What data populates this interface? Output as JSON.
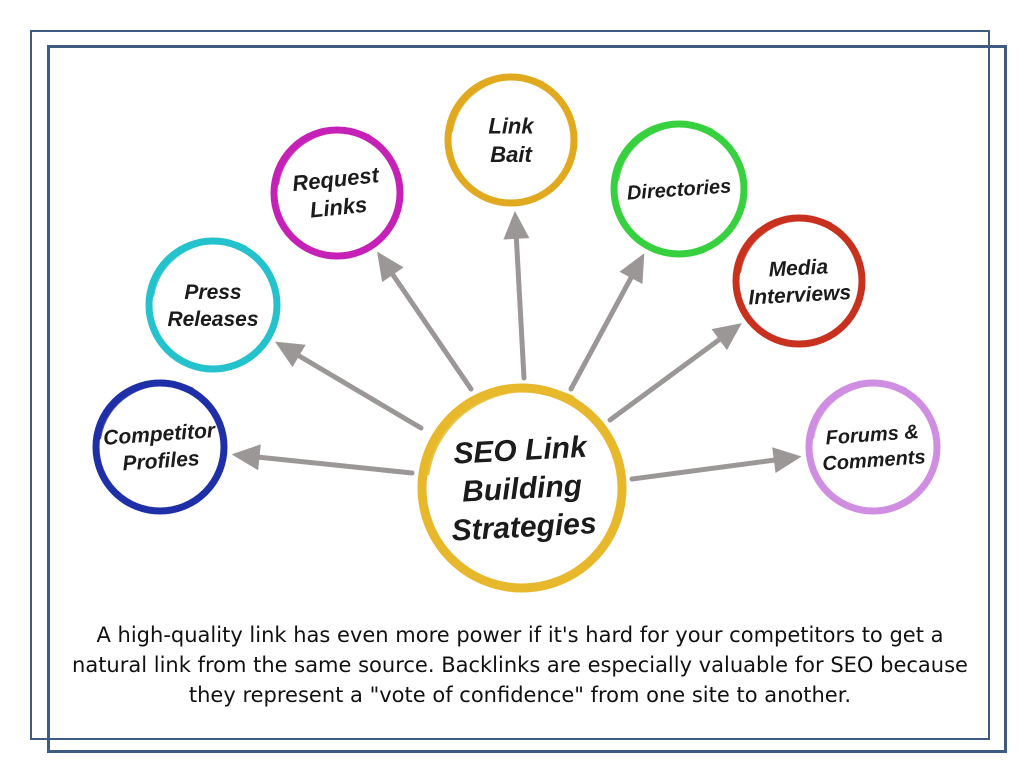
{
  "diagram": {
    "center": {
      "lines": [
        "SEO Link",
        "Building",
        "Strategies"
      ],
      "color": "#e8b82c"
    },
    "nodes": [
      {
        "id": "competitor-profiles",
        "lines": [
          "Competitor",
          "Profiles"
        ],
        "color": "#1f2fa8"
      },
      {
        "id": "press-releases",
        "lines": [
          "Press",
          "Releases"
        ],
        "color": "#23c2cc"
      },
      {
        "id": "request-links",
        "lines": [
          "Request",
          "Links"
        ],
        "color": "#c521b6"
      },
      {
        "id": "link-bait",
        "lines": [
          "Link",
          "Bait"
        ],
        "color": "#e1a91e"
      },
      {
        "id": "directories",
        "lines": [
          "Directories"
        ],
        "color": "#37d13f"
      },
      {
        "id": "media-interviews",
        "lines": [
          "Media",
          "Interviews"
        ],
        "color": "#c9311f"
      },
      {
        "id": "forums-comments",
        "lines": [
          "Forums &",
          "Comments"
        ],
        "color": "#d08ee2"
      }
    ],
    "arrow_color": "#9c9797"
  },
  "caption": "A high-quality link has even more power if it's hard for your competitors to get a natural link from the same source. Backlinks are especially valuable for SEO because they represent a \"vote of confidence\" from one site to another."
}
